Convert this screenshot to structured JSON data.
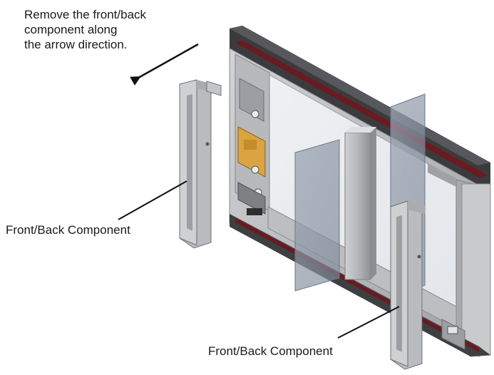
{
  "instruction": {
    "lines": [
      "Remove the front/back",
      "component along",
      "the arrow direction."
    ]
  },
  "labels": {
    "left_component": "Front/Back Component",
    "bottom_component": "Front/Back Component"
  },
  "colors": {
    "frame_dark": "#3a3a3a",
    "frame_gray": "#bfc0c2",
    "seal_red": "#6b1a1f",
    "glass": "#a9b1bd",
    "pcb_gold": "#d9a441"
  }
}
